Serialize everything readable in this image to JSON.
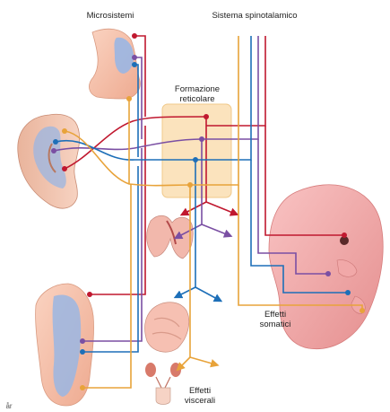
{
  "labels": {
    "microsistemi": "Microsistemi",
    "sistema_spinotalamico": "Sistema spinotalamico",
    "formazione_reticolare": "Formazione\nreticolare",
    "effetti_somatici": "Effetti\nsomatici",
    "effetti_viscerali": "Effetti\nviscerali",
    "corner_mark": "år"
  },
  "pathway_colors": {
    "red": "#c0182f",
    "purple": "#7a4fa3",
    "blue": "#1d6fb8",
    "orange": "#e8a33a"
  },
  "structures": {
    "reticular_box_fill": "#fbe3bd",
    "skin_color": "#f6c6b0",
    "microsystem_map_color": "#9ab6e3"
  }
}
